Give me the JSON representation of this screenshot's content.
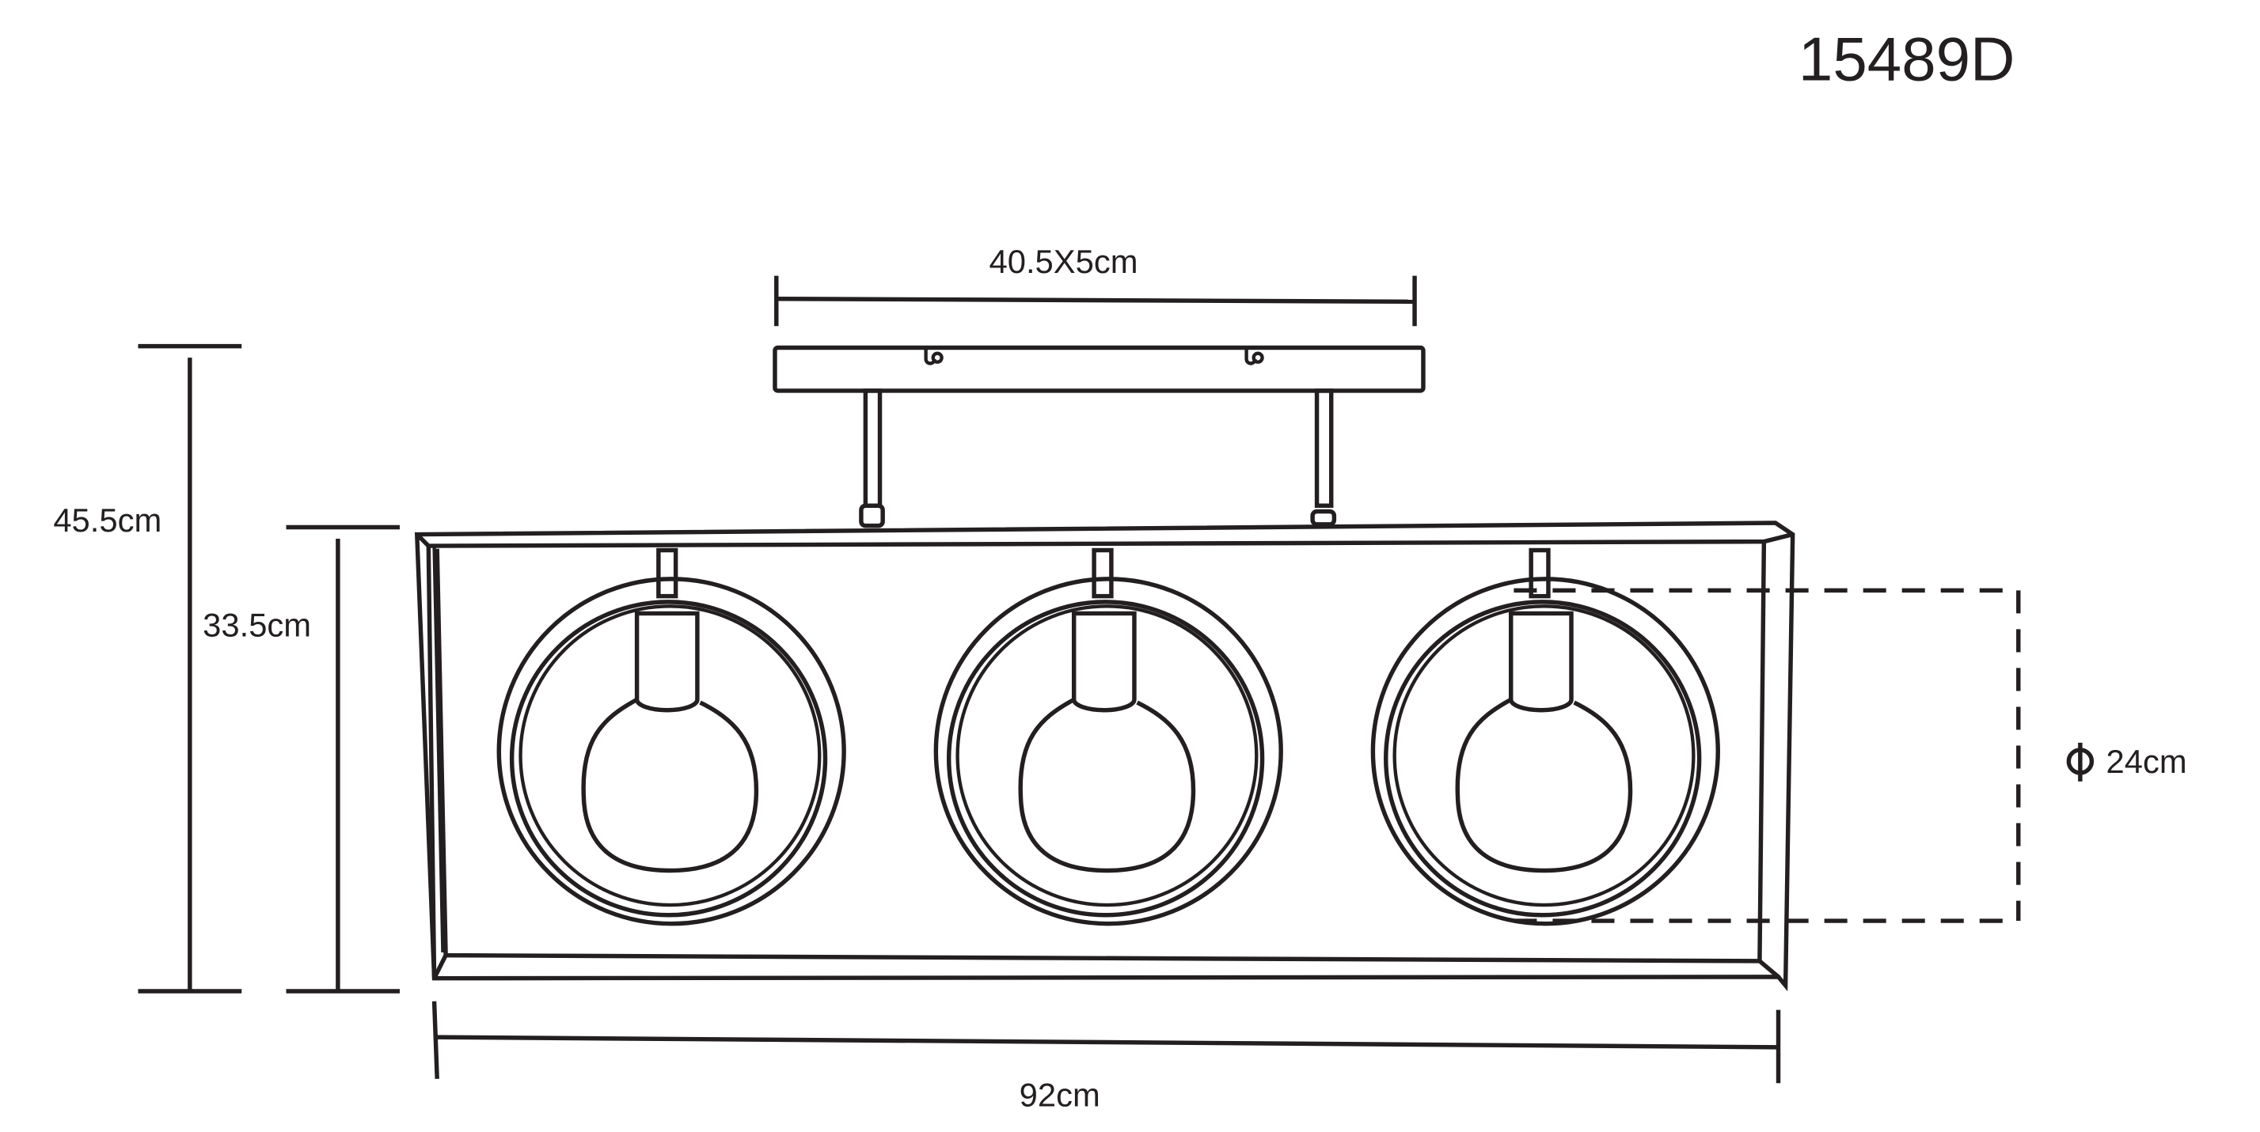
{
  "model_code": "15489D",
  "dimensions": {
    "canopy": "40.5X5cm",
    "total_height": "45.5cm",
    "body_height": "33.5cm",
    "width": "92cm",
    "ring_diameter": "24cm"
  },
  "symbols": {
    "diameter": "diameter-icon"
  }
}
